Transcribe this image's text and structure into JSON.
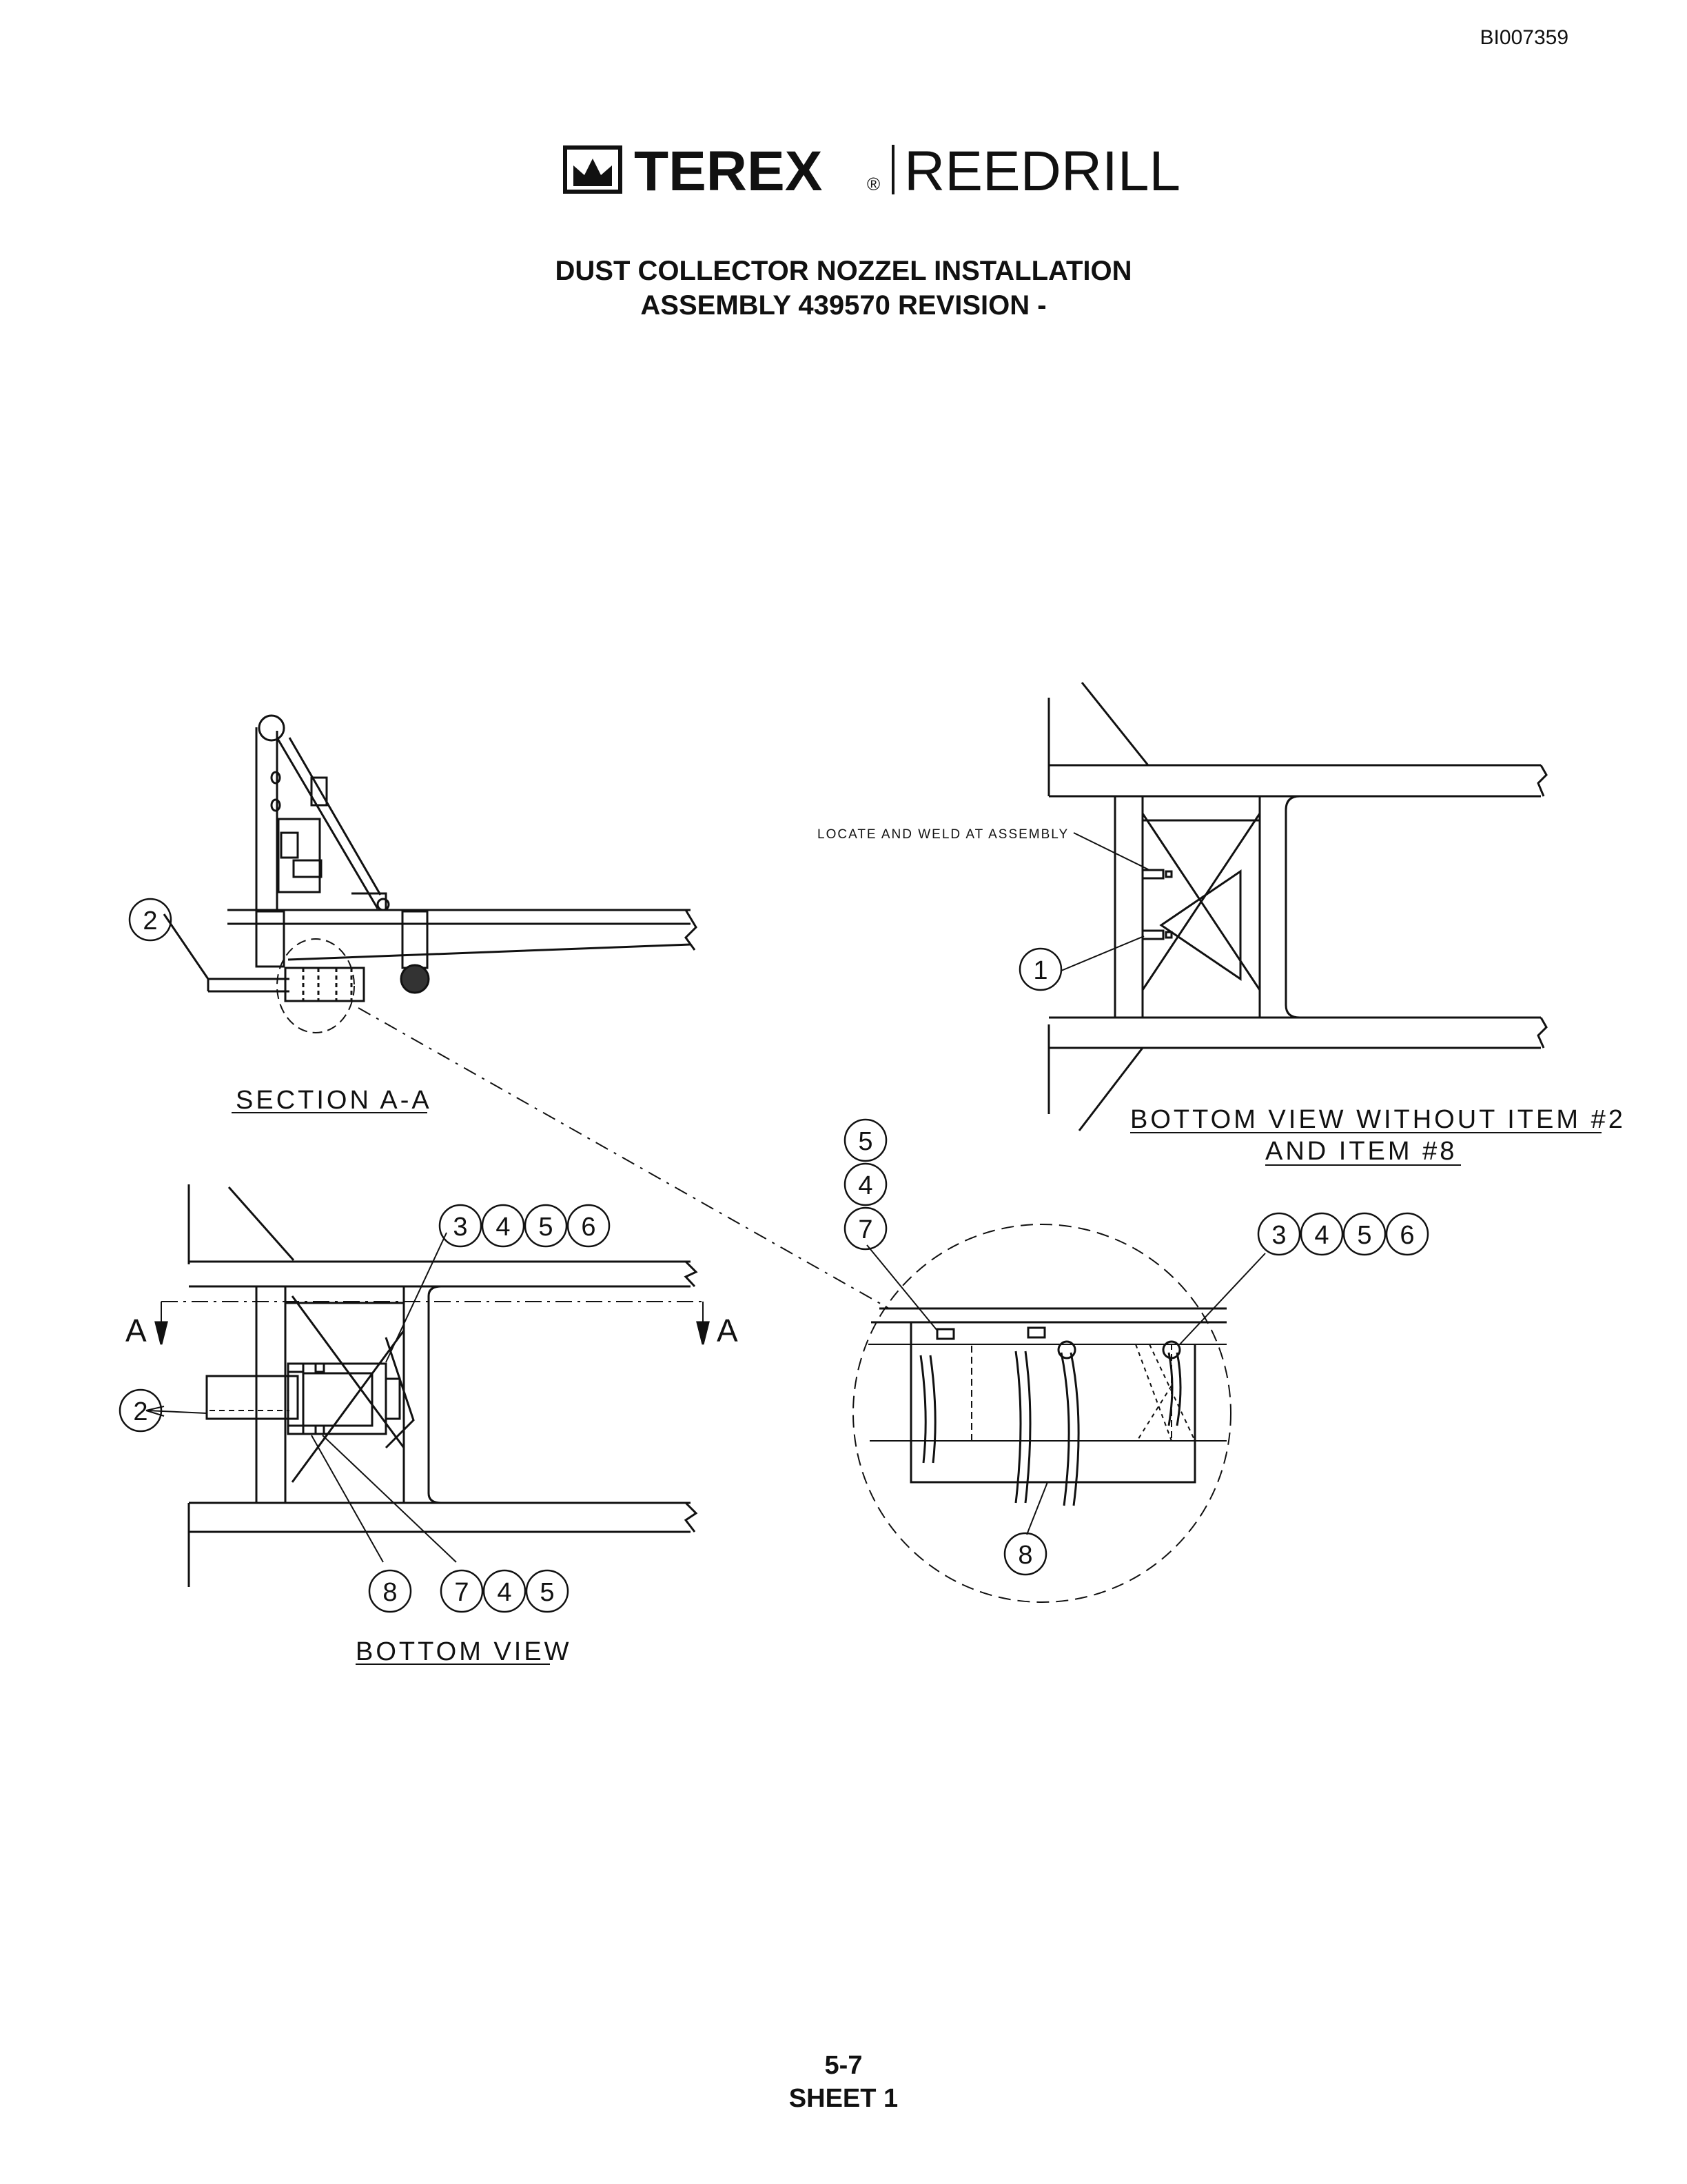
{
  "header": {
    "doc_id": "BI007359"
  },
  "brand": {
    "left": "TEREX",
    "registered": "®",
    "right": "REEDRILL"
  },
  "title": {
    "line1": "DUST COLLECTOR NOZZEL INSTALLATION",
    "line2": "ASSEMBLY 439570 REVISION -"
  },
  "views": {
    "section_aa": "SECTION A-A",
    "bottom_view_without_line1": "BOTTOM VIEW WITHOUT ITEM #2",
    "bottom_view_without_line2": "AND ITEM #8",
    "bottom_view": "BOTTOM VIEW",
    "note_weld": "LOCATE AND WELD AT ASSEMBLY",
    "section_mark": "A"
  },
  "balloons": {
    "b1": "1",
    "b2": "2",
    "b3": "3",
    "b4": "4",
    "b5": "5",
    "b6": "6",
    "b7": "7",
    "b8": "8"
  },
  "footer": {
    "page": "5-7",
    "sheet": "SHEET 1"
  }
}
